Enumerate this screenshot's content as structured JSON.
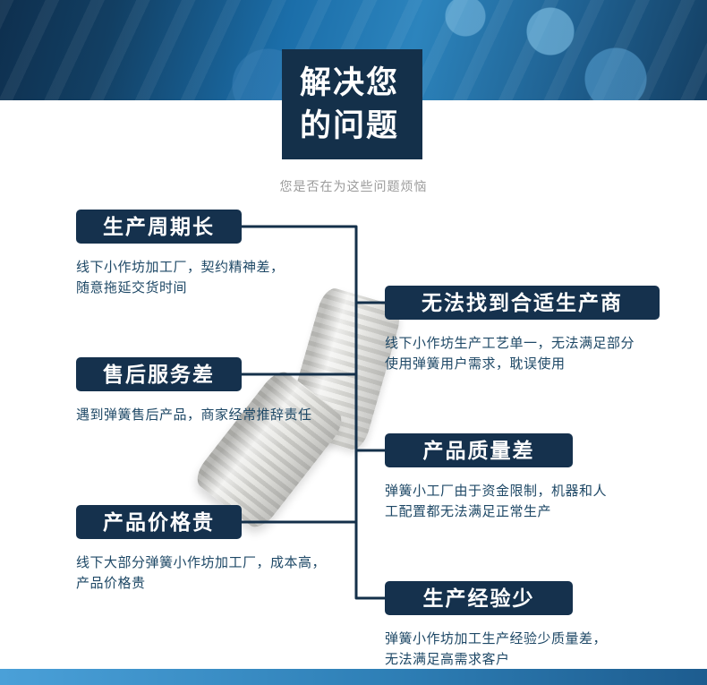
{
  "header": {
    "title_line1": "解决您",
    "title_line2": "的问题",
    "subtitle": "您是否在为这些问题烦恼"
  },
  "problems": {
    "left": [
      {
        "title": "生产周期长",
        "desc": "线下小作坊加工厂，契约精神差，\n随意拖延交货时间"
      },
      {
        "title": "售后服务差",
        "desc": "遇到弹簧售后产品，商家经常推辞责任"
      },
      {
        "title": "产品价格贵",
        "desc": "线下大部分弹簧小作坊加工厂，成本高，\n产品价格贵"
      }
    ],
    "right": [
      {
        "title": "无法找到合适生产商",
        "desc": "线下小作坊生产工艺单一，无法满足部分\n使用弹簧用户需求，耽误使用"
      },
      {
        "title": "产品质量差",
        "desc": "弹簧小工厂由于资金限制，机器和人\n工配置都无法满足正常生产"
      },
      {
        "title": "生产经验少",
        "desc": "弹簧小作坊加工生产经验少质量差，\n无法满足高需求客户"
      }
    ]
  },
  "colors": {
    "navy_box": "#15314d",
    "title_box": "#14304a",
    "desc_text": "#1e4866",
    "subtitle_text": "#9b9b9b",
    "banner_blue": "#1b6ea9",
    "bottom_bar_blue": "#2e7fb6",
    "connector": "#14304a"
  }
}
